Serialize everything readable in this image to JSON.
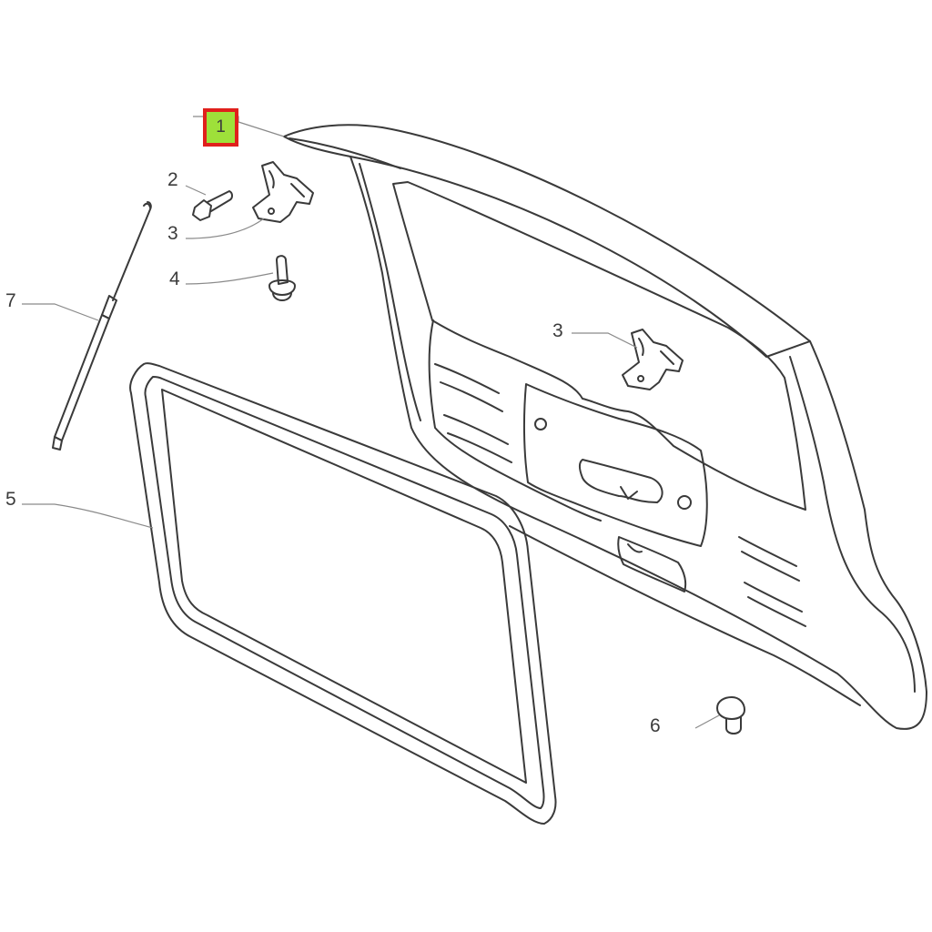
{
  "diagram": {
    "callouts": [
      {
        "id": "c1",
        "label": "1",
        "highlighted": true
      },
      {
        "id": "c2",
        "label": "2"
      },
      {
        "id": "c3a",
        "label": "3"
      },
      {
        "id": "c3b",
        "label": "3"
      },
      {
        "id": "c4",
        "label": "4"
      },
      {
        "id": "c5",
        "label": "5"
      },
      {
        "id": "c6",
        "label": "6"
      },
      {
        "id": "c7",
        "label": "7"
      }
    ],
    "colors": {
      "line": "#3a3a3a",
      "leader": "#8a8a8a",
      "highlight_border": "#e0201c",
      "highlight_fill": "#9ee03a"
    }
  }
}
